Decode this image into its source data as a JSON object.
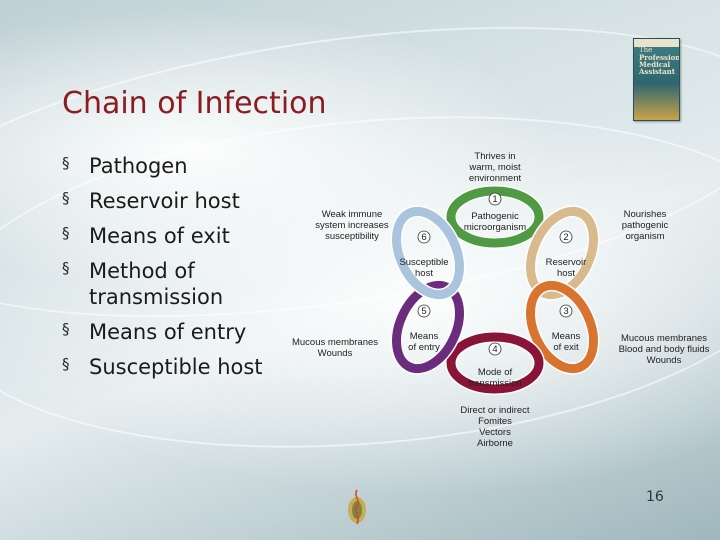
{
  "slide": {
    "title": "Chain of Infection",
    "bullets": [
      {
        "marker": "§",
        "text": "Pathogen"
      },
      {
        "marker": "§",
        "text": "Reservoir host"
      },
      {
        "marker": "§",
        "text": "Means of exit"
      },
      {
        "marker": "§",
        "text": "Method of transmission"
      },
      {
        "marker": "§",
        "text": "Means of entry"
      },
      {
        "marker": "§",
        "text": "Susceptible host"
      }
    ],
    "page_number": "16"
  },
  "book_cover": {
    "lines": [
      "The",
      "Professional",
      "Medical",
      "Assistant"
    ]
  },
  "diagram": {
    "nodes": [
      {
        "number": "1",
        "label_lines": [
          "Pathogenic",
          "microorganism"
        ],
        "color": "#4f9a43"
      },
      {
        "number": "2",
        "label_lines": [
          "Reservoir",
          "host"
        ],
        "color": "#d9b98e"
      },
      {
        "number": "3",
        "label_lines": [
          "Means",
          "of exit"
        ],
        "color": "#d8742f"
      },
      {
        "number": "4",
        "label_lines": [
          "Mode of",
          "transmission"
        ],
        "color": "#8a1438"
      },
      {
        "number": "5",
        "label_lines": [
          "Means",
          "of entry"
        ],
        "color": "#6c2c7d"
      },
      {
        "number": "6",
        "label_lines": [
          "Susceptible",
          "host"
        ],
        "color": "#a9c4dc"
      }
    ],
    "outer_labels": [
      {
        "lines": [
          "Thrives in",
          "warm, moist",
          "environment"
        ]
      },
      {
        "lines": [
          "Nourishes",
          "pathogenic",
          "organism"
        ]
      },
      {
        "lines": [
          "Mucous membranes",
          "Blood and body fluids",
          "Wounds"
        ]
      },
      {
        "lines": [
          "Direct or indirect",
          "Fomites",
          "Vectors",
          "Airborne"
        ]
      },
      {
        "lines": [
          "Mucous membranes",
          "Wounds"
        ]
      },
      {
        "lines": [
          "Weak immune",
          "system increases",
          "susceptibility"
        ]
      }
    ]
  }
}
